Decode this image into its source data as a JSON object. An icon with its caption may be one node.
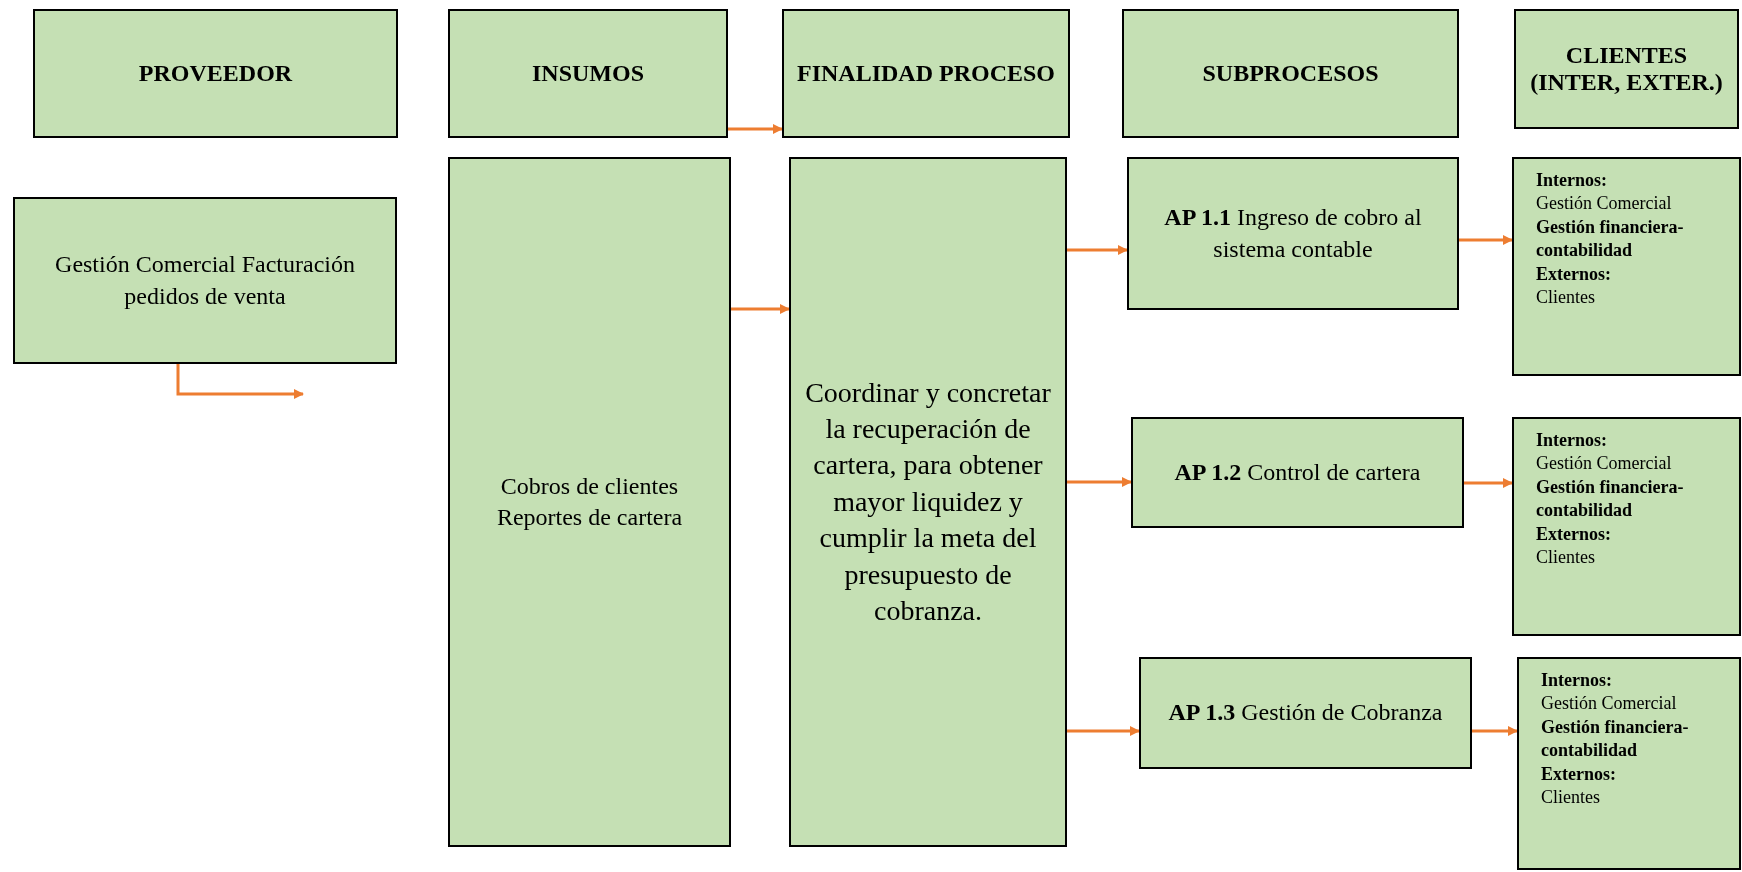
{
  "diagram": {
    "nodes": [
      {
        "text": [
          "PROVEEDOR"
        ]
      },
      {
        "text": [
          "INSUMOS"
        ]
      },
      {
        "text": [
          "FINALIDAD PROCESO"
        ]
      },
      {
        "text": [
          "SUBPROCESOS"
        ]
      },
      {
        "text": [
          "CLIENTES (INTER, EXTER.)"
        ]
      },
      {
        "text": [
          "Gestión Comercial Facturación pedidos de venta"
        ]
      },
      {
        "text": [
          "Cobros de clientes Reportes de cartera"
        ]
      },
      {
        "text": [
          "Coordinar y concretar la recuperación de cartera, para obtener mayor liquidez y cumplir la meta del presupuesto de cobranza."
        ]
      },
      {
        "text": [
          "**AP 1.1** Ingreso de cobro al sistema contable"
        ]
      },
      {
        "text": [
          "**AP 1.2** Control de cartera"
        ]
      },
      {
        "text": [
          "**AP 1.3** Gestión de Cobranza"
        ]
      },
      {
        "text": [
          "**Internos:** Gestión Comercial **Gestión financiera-contabilidad** **Externos:** Clientes"
        ]
      },
      {
        "text": [
          "**Internos:** Gestión Comercial **Gestión financiera-contabilidad** **Externos:** Clientes"
        ]
      },
      {
        "text": [
          "**Internos:** Gestión Comercial **Gestión financiera-contabilidad** **Externos:** Clientes"
        ]
      }
    ],
    "edges": [
      {
        "from": 1,
        "to": 2,
        "arrow": "to"
      },
      {
        "from": 5,
        "to": null,
        "arrow": "to"
      },
      {
        "from": 6,
        "to": 7,
        "arrow": "to"
      },
      {
        "from": 7,
        "to": 8,
        "arrow": "to"
      },
      {
        "from": 7,
        "to": 9,
        "arrow": "to"
      },
      {
        "from": 7,
        "to": 10,
        "arrow": "to"
      },
      {
        "from": 8,
        "to": 11,
        "arrow": "to"
      },
      {
        "from": 9,
        "to": 12,
        "arrow": "to"
      },
      {
        "from": 10,
        "to": 13,
        "arrow": "to"
      }
    ]
  }
}
